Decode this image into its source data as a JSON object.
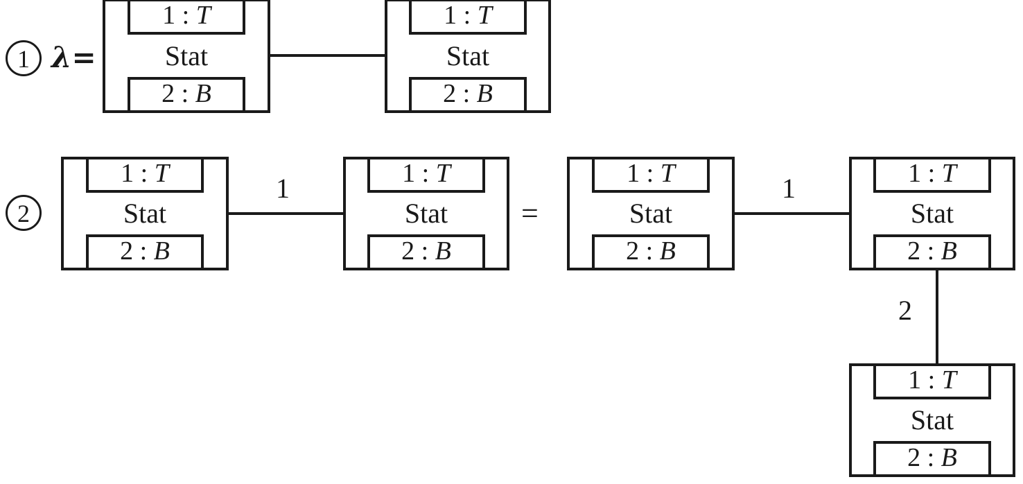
{
  "figure": {
    "type": "graph-rewriting-diagram",
    "background_color": "#ffffff",
    "ink_color": "#1a1a1a"
  },
  "labels": {
    "marker_one": "①",
    "marker_two": "②",
    "lambda_equals": "λ=",
    "equals": "=",
    "circle_one_digit": "1",
    "circle_two_digit": "2"
  },
  "node_template": {
    "top_port": "1 : T",
    "top_port_index": "1",
    "top_port_colon": " : ",
    "top_port_type": "T",
    "title": "Stat",
    "bottom_port": "2 : B",
    "bottom_port_index": "2",
    "bottom_port_colon": " : ",
    "bottom_port_type": "B"
  },
  "rows": [
    {
      "id": "row-1",
      "marker": "①",
      "prefix": "λ=",
      "nodes": [
        {
          "id": "r1-n1",
          "top": "1 : T",
          "title": "Stat",
          "bottom": "2 : B"
        },
        {
          "id": "r1-n2",
          "top": "1 : T",
          "title": "Stat",
          "bottom": "2 : B"
        }
      ],
      "edges": [
        {
          "from": "r1-n1",
          "to": "r1-n2",
          "label": "",
          "orientation": "horizontal"
        }
      ]
    },
    {
      "id": "row-2",
      "marker": "②",
      "relation": "=",
      "left_side": {
        "nodes": [
          {
            "id": "r2-n1",
            "top": "1 : T",
            "title": "Stat",
            "bottom": "2 : B"
          },
          {
            "id": "r2-n2",
            "top": "1 : T",
            "title": "Stat",
            "bottom": "2 : B"
          }
        ],
        "edges": [
          {
            "from": "r2-n1",
            "to": "r2-n2",
            "label": "1",
            "orientation": "horizontal"
          }
        ]
      },
      "right_side": {
        "nodes": [
          {
            "id": "r2-n3",
            "top": "1 : T",
            "title": "Stat",
            "bottom": "2 : B"
          },
          {
            "id": "r2-n4",
            "top": "1 : T",
            "title": "Stat",
            "bottom": "2 : B"
          },
          {
            "id": "r2-n5",
            "top": "1 : T",
            "title": "Stat",
            "bottom": "2 : B"
          }
        ],
        "edges": [
          {
            "from": "r2-n3",
            "to": "r2-n4",
            "label": "1",
            "orientation": "horizontal"
          },
          {
            "from": "r2-n4",
            "to": "r2-n5",
            "label": "2",
            "orientation": "vertical"
          }
        ]
      }
    }
  ],
  "edge_labels": {
    "e1": "1",
    "e2": "1",
    "e3": "2"
  }
}
